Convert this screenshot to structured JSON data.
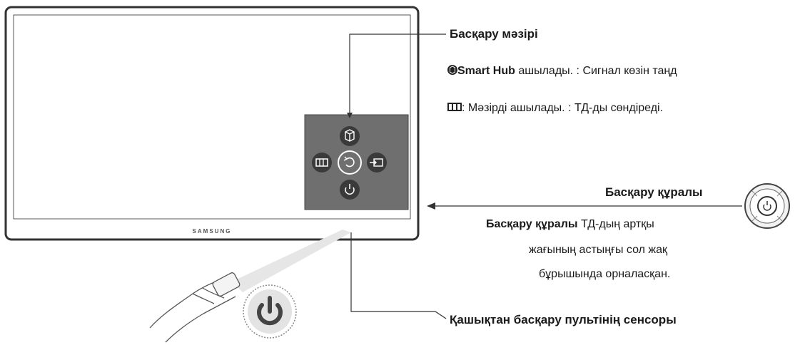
{
  "tv": {
    "brand": "SAMSUNG"
  },
  "control_menu": {
    "title": "Басқару мәзірі",
    "line1": {
      "bold": "Smart Hub",
      "rest": " ашылады. : Сигнал көзін таңд"
    },
    "line2": {
      "rest": ": Мәзірді ашылады. : ТД-ды сөндіреді."
    },
    "icons": [
      "smart-hub-icon",
      "menu-icon",
      "return-icon",
      "source-icon",
      "power-icon"
    ]
  },
  "control_stick": {
    "title": "Басқару құралы",
    "desc_bold": "Басқару құралы",
    "desc_rest": " ТД-дың артқы",
    "desc_line2": "жағының астыңғы сол жақ",
    "desc_line3": "бұрышында орналасқан."
  },
  "remote_sensor": {
    "title": "Қашықтан басқару пультінің сенсоры"
  },
  "colors": {
    "panel_fill": "#6f6f6f",
    "button_fill": "#3a3a3a",
    "line": "#333333"
  }
}
